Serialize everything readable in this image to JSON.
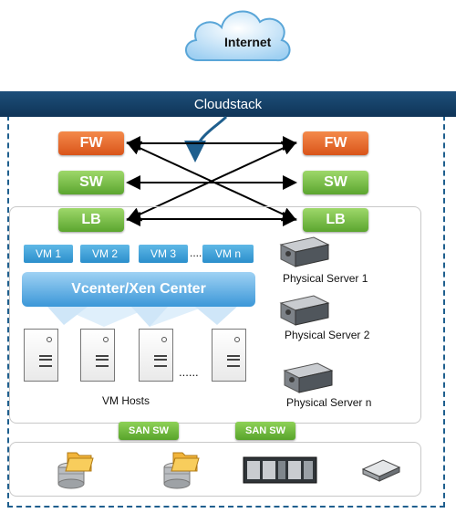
{
  "internet": {
    "label": "Internet"
  },
  "cloudstack": {
    "label": "Cloudstack"
  },
  "network": {
    "left": [
      {
        "label": "FW"
      },
      {
        "label": "SW"
      },
      {
        "label": "LB"
      }
    ],
    "right": [
      {
        "label": "FW"
      },
      {
        "label": "SW"
      },
      {
        "label": "LB"
      }
    ]
  },
  "vms": [
    {
      "label": "VM 1"
    },
    {
      "label": "VM 2"
    },
    {
      "label": "VM 3"
    },
    {
      "label": "VM n"
    }
  ],
  "vm_ellipsis": ".....",
  "vcenter": {
    "label": "Vcenter/Xen Center"
  },
  "hosts": {
    "label": "VM Hosts",
    "ellipsis": "......"
  },
  "physical_servers": [
    {
      "label": "Physical Server 1"
    },
    {
      "label": "Physical Server 2"
    },
    {
      "label": "Physical Server n"
    }
  ],
  "san_switches": [
    {
      "label": "SAN SW"
    },
    {
      "label": "SAN SW"
    }
  ],
  "colors": {
    "frame": "#1f5f8e",
    "firewall": "#e8692e",
    "switch": "#6fb83e",
    "vm": "#3a9ad6"
  },
  "icons": [
    "cloud-icon",
    "server-tower-icon",
    "rack-server-icon",
    "database-folder-icon",
    "storage-array-icon",
    "tape-drive-icon"
  ]
}
